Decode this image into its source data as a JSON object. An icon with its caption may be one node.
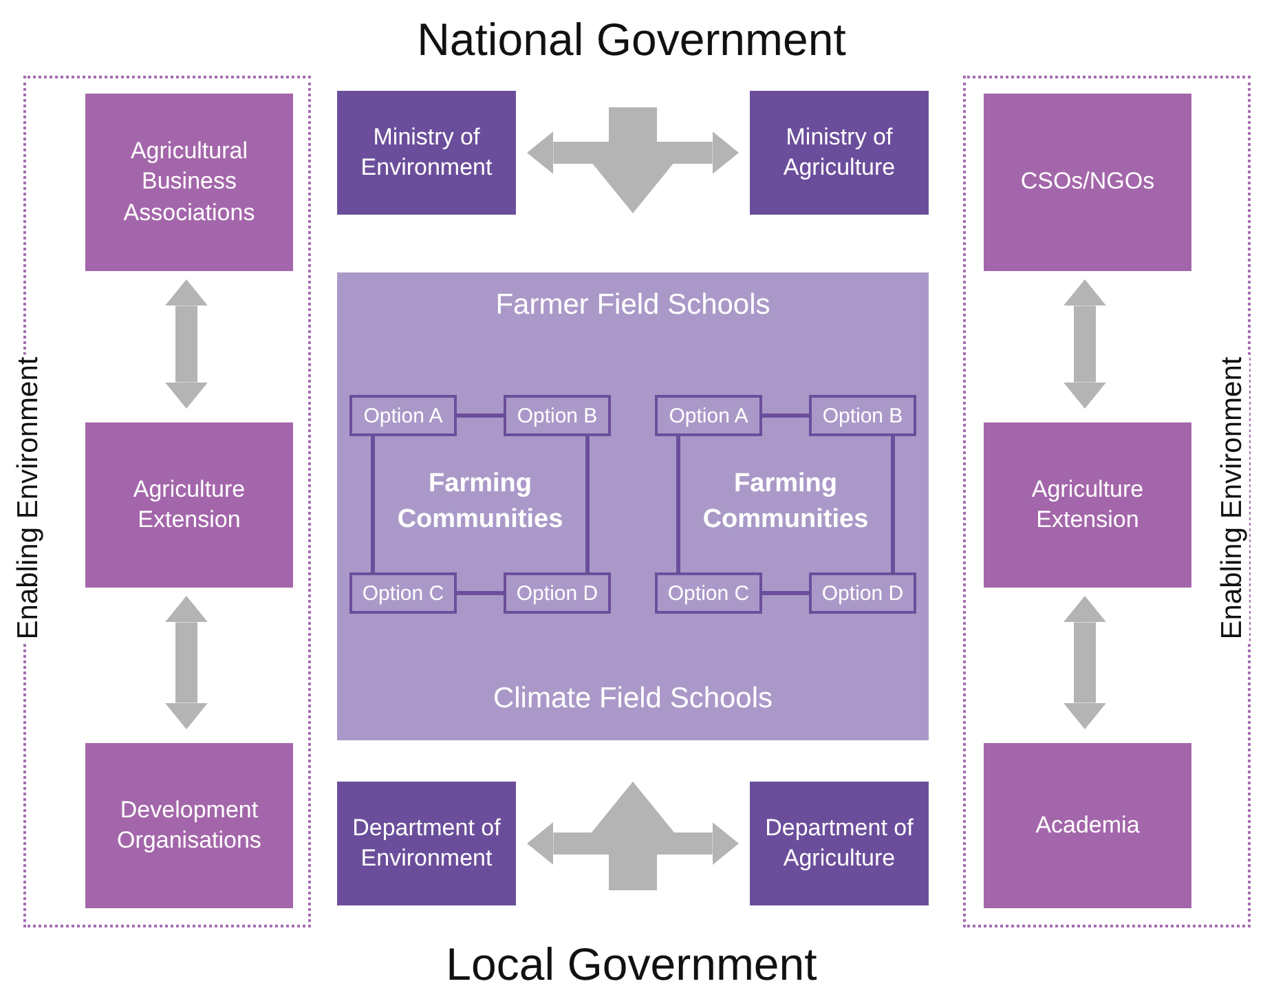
{
  "diagram": {
    "title": "National Government",
    "nodes": [
      {
        "text": [
          "Enabling Environment"
        ]
      },
      {
        "text": [
          "Agricultural Business Associations"
        ],
        "in": 0
      },
      {
        "text": [
          "Agriculture Extension"
        ],
        "in": 0
      },
      {
        "text": [
          "Development Organisations"
        ],
        "in": 0
      },
      {
        "text": [
          "Ministry of Environment"
        ]
      },
      {
        "text": [
          "Ministry of Agriculture"
        ]
      },
      {
        "text": [
          "Farmer Field Schools",
          "Climate Field Schools"
        ]
      },
      {
        "text": [
          "Farming Communities"
        ],
        "in": 6
      },
      {
        "text": [
          "Option A"
        ],
        "in": 6
      },
      {
        "text": [
          "Option B"
        ],
        "in": 6
      },
      {
        "text": [
          "Option C"
        ],
        "in": 6
      },
      {
        "text": [
          "Option D"
        ],
        "in": 6
      },
      {
        "text": [
          "Farming Communities"
        ],
        "in": 6
      },
      {
        "text": [
          "Option A"
        ],
        "in": 6
      },
      {
        "text": [
          "Option B"
        ],
        "in": 6
      },
      {
        "text": [
          "Option C"
        ],
        "in": 6
      },
      {
        "text": [
          "Option D"
        ],
        "in": 6
      },
      {
        "text": [
          "Department of Environment"
        ]
      },
      {
        "text": [
          "Department of Agriculture"
        ]
      },
      {
        "text": [
          "Enabling Environment"
        ]
      },
      {
        "text": [
          "CSOs/NGOs"
        ],
        "in": 19
      },
      {
        "text": [
          "Agriculture Extension"
        ],
        "in": 19
      },
      {
        "text": [
          "Academia"
        ],
        "in": 19
      }
    ],
    "edges": [
      {
        "from": 1,
        "to": 2,
        "arrow": "both",
        "style": "thick",
        "color": "#b3b4b3"
      },
      {
        "from": 2,
        "to": 3,
        "arrow": "both",
        "style": "thick",
        "color": "#b3b4b3"
      },
      {
        "from": 4,
        "to": 5,
        "arrow": "both",
        "style": "thick",
        "color": "#b3b4b3"
      },
      {
        "from": null,
        "to": 6,
        "arrow": "to",
        "style": "thick",
        "color": "#b3b4b3"
      },
      {
        "from": 8,
        "to": 9,
        "arrow": "none",
        "color": "#6b4e9b"
      },
      {
        "from": 8,
        "to": 10,
        "arrow": "none",
        "color": "#6b4e9b"
      },
      {
        "from": 9,
        "to": 11,
        "arrow": "none",
        "color": "#6b4e9b"
      },
      {
        "from": 10,
        "to": 11,
        "arrow": "none",
        "color": "#6b4e9b"
      },
      {
        "from": 13,
        "to": 14,
        "arrow": "none",
        "color": "#6b4e9b"
      },
      {
        "from": 13,
        "to": 15,
        "arrow": "none",
        "color": "#6b4e9b"
      },
      {
        "from": 14,
        "to": 16,
        "arrow": "none",
        "color": "#6b4e9b"
      },
      {
        "from": 15,
        "to": 16,
        "arrow": "none",
        "color": "#6b4e9b"
      },
      {
        "from": null,
        "to": 6,
        "arrow": "to",
        "style": "thick",
        "color": "#b3b4b3"
      },
      {
        "from": 17,
        "to": 18,
        "arrow": "both",
        "style": "thick",
        "color": "#b3b4b3"
      },
      {
        "from": 20,
        "to": 21,
        "arrow": "both",
        "style": "thick",
        "color": "#b3b4b3"
      },
      {
        "from": 21,
        "to": 22,
        "arrow": "both",
        "style": "thick",
        "color": "#b3b4b3"
      }
    ],
    "labels": [
      "Local Government"
    ]
  }
}
